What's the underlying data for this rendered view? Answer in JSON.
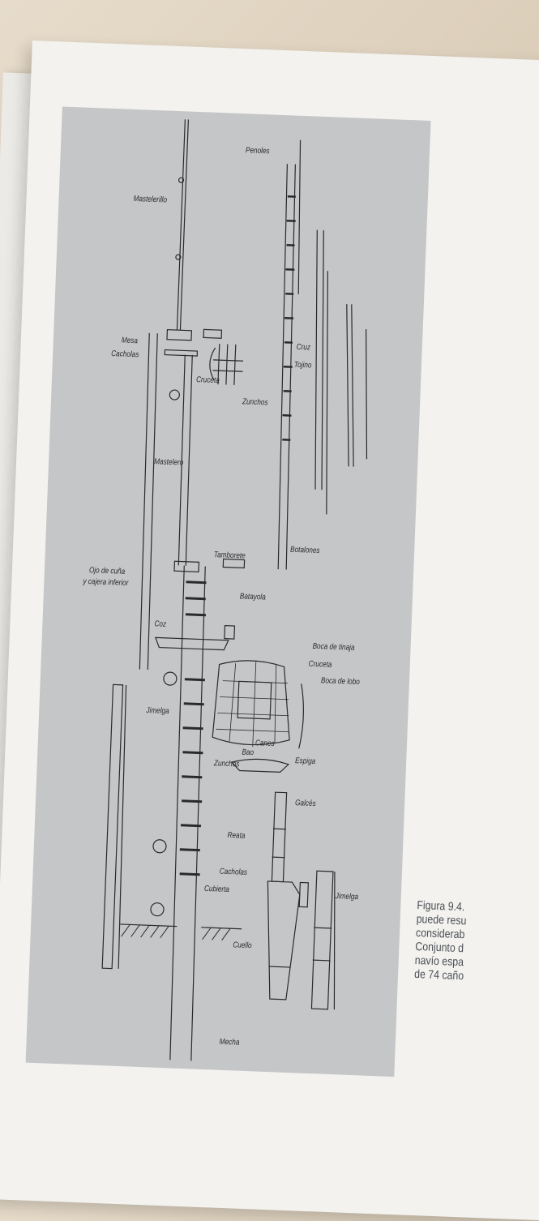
{
  "labels": {
    "penoles": "Penoles",
    "mastelerillo": "Mastelerillo",
    "mesa": "Mesa",
    "cacholas_top": "Cacholas",
    "cruceta_top": "Cruceta",
    "cruz": "Cruz",
    "tojino": "Tojino",
    "zunchos_top": "Zunchos",
    "mastelero": "Mastelero",
    "botalones": "Botalones",
    "tamborete": "Tamborete",
    "ojo_de_cuna": "Ojo de cuña",
    "cajera_inferior": "y cajera inferior",
    "batayola": "Batayola",
    "coz": "Coz",
    "boca_de_tinaja": "Boca de tinaja",
    "cruceta_mid": "Cruceta",
    "boca_de_lobo": "Boca de lobo",
    "jimelga_left": "Jimelga",
    "canes": "Canes",
    "bao": "Bao",
    "espiga": "Espiga",
    "zunchos_mid": "Zunchos",
    "galces": "Galcés",
    "reata": "Reata",
    "cacholas_bottom": "Cacholas",
    "cubierta": "Cubierta",
    "jimelga_right": "Jimelga",
    "cuello": "Cuello",
    "mecha": "Mecha"
  },
  "caption": {
    "line1": "Figura 9.4.",
    "line2": "puede resu",
    "line3": "considerab",
    "line4": "Conjunto d",
    "line5": "navío espa",
    "line6": "de 74 caño"
  },
  "colors": {
    "plate": "#c5c6c8",
    "ink": "#2a2a2a",
    "page": "#f3f2ef",
    "caption": "#4a4e55"
  }
}
